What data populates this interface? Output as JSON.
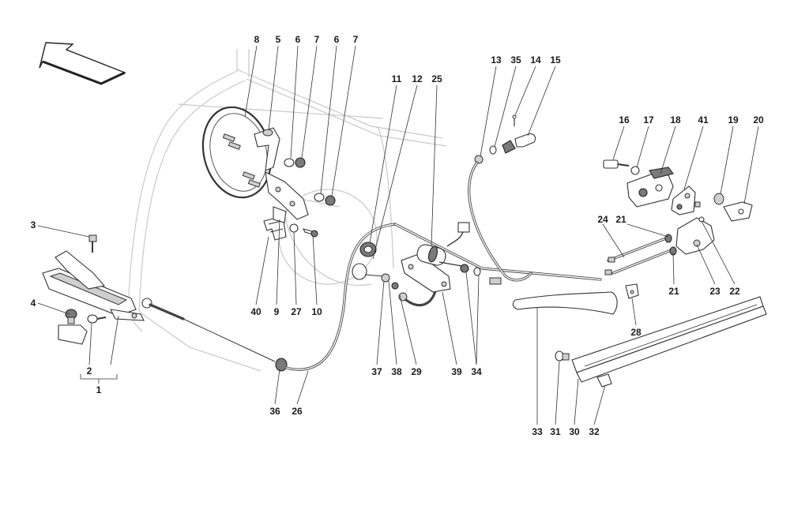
{
  "diagram": {
    "labels": [
      {
        "id": "8",
        "text": "8"
      },
      {
        "id": "5",
        "text": "5"
      },
      {
        "id": "6a",
        "text": "6"
      },
      {
        "id": "7a",
        "text": "7"
      },
      {
        "id": "6b",
        "text": "6"
      },
      {
        "id": "7b",
        "text": "7"
      },
      {
        "id": "11",
        "text": "11"
      },
      {
        "id": "12",
        "text": "12"
      },
      {
        "id": "25",
        "text": "25"
      },
      {
        "id": "13",
        "text": "13"
      },
      {
        "id": "35",
        "text": "35"
      },
      {
        "id": "14",
        "text": "14"
      },
      {
        "id": "15",
        "text": "15"
      },
      {
        "id": "16",
        "text": "16"
      },
      {
        "id": "17",
        "text": "17"
      },
      {
        "id": "18",
        "text": "18"
      },
      {
        "id": "41",
        "text": "41"
      },
      {
        "id": "19",
        "text": "19"
      },
      {
        "id": "20",
        "text": "20"
      },
      {
        "id": "3",
        "text": "3"
      },
      {
        "id": "24",
        "text": "24"
      },
      {
        "id": "21a",
        "text": "21"
      },
      {
        "id": "4",
        "text": "4"
      },
      {
        "id": "40",
        "text": "40"
      },
      {
        "id": "9",
        "text": "9"
      },
      {
        "id": "27",
        "text": "27"
      },
      {
        "id": "10",
        "text": "10"
      },
      {
        "id": "21b",
        "text": "21"
      },
      {
        "id": "23",
        "text": "23"
      },
      {
        "id": "22",
        "text": "22"
      },
      {
        "id": "28",
        "text": "28"
      },
      {
        "id": "2",
        "text": "2"
      },
      {
        "id": "1",
        "text": "1"
      },
      {
        "id": "37",
        "text": "37"
      },
      {
        "id": "38",
        "text": "38"
      },
      {
        "id": "29",
        "text": "29"
      },
      {
        "id": "39",
        "text": "39"
      },
      {
        "id": "34",
        "text": "34"
      },
      {
        "id": "36",
        "text": "36"
      },
      {
        "id": "26",
        "text": "26"
      },
      {
        "id": "33",
        "text": "33"
      },
      {
        "id": "31",
        "text": "31"
      },
      {
        "id": "30",
        "text": "30"
      },
      {
        "id": "32",
        "text": "32"
      }
    ]
  }
}
